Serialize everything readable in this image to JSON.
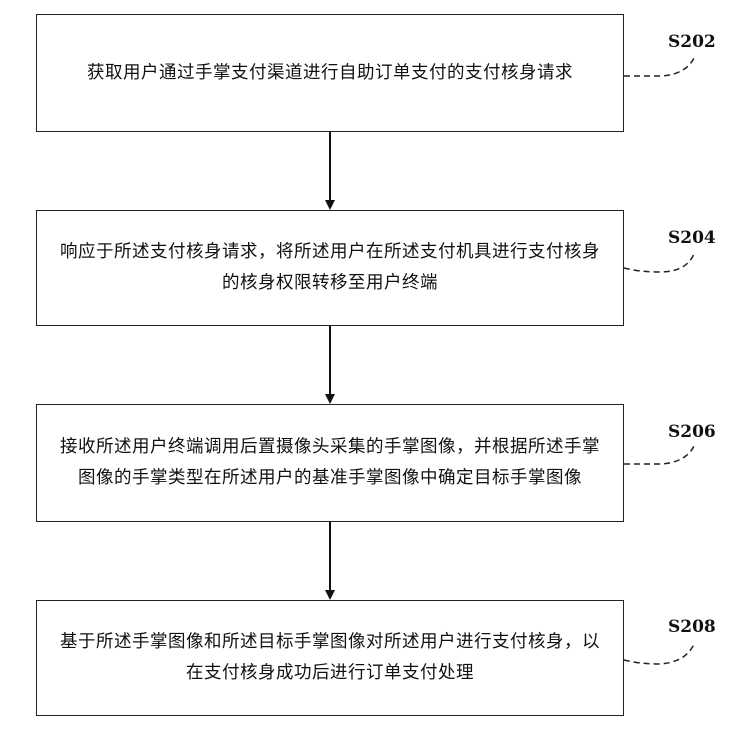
{
  "steps": [
    {
      "label": "S202",
      "text": "获取用户通过手掌支付渠道进行自助订单支付的支付核身请求"
    },
    {
      "label": "S204",
      "text": "响应于所述支付核身请求，将所述用户在所述支付机具进行支付核身的核身权限转移至用户终端"
    },
    {
      "label": "S206",
      "text": "接收所述用户终端调用后置摄像头采集的手掌图像，并根据所述手掌图像的手掌类型在所述用户的基准手掌图像中确定目标手掌图像"
    },
    {
      "label": "S208",
      "text": "基于所述手掌图像和所述目标手掌图像对所述用户进行支付核身，以在支付核身成功后进行订单支付处理"
    }
  ]
}
